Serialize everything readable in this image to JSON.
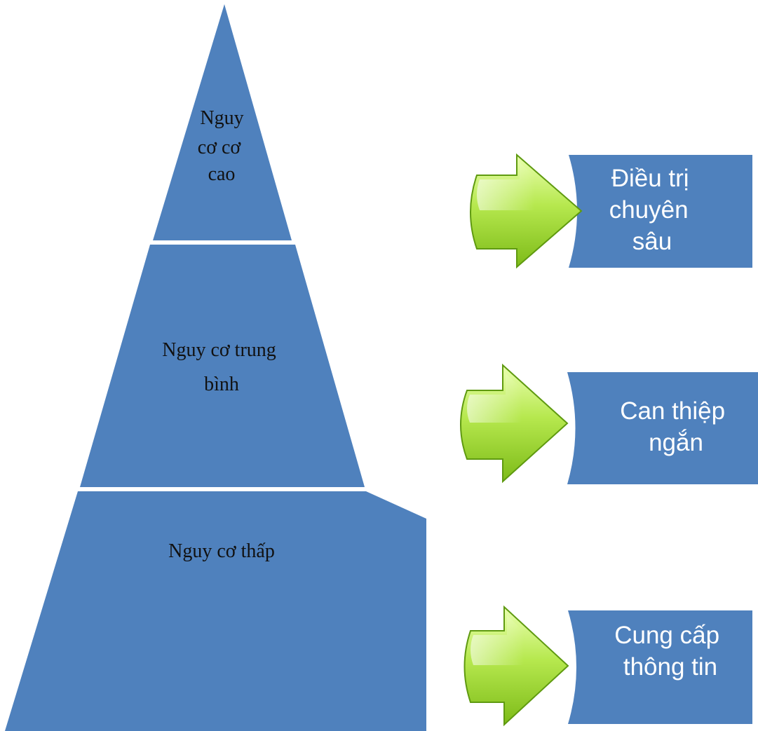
{
  "pyramid": {
    "tiers": [
      {
        "lines": [
          "Nguy",
          "cơ cơ",
          "cao"
        ]
      },
      {
        "lines": [
          "Nguy cơ trung",
          "bình"
        ]
      },
      {
        "lines": [
          "Nguy cơ thấp"
        ]
      }
    ]
  },
  "actions": [
    {
      "lines": [
        "Điều trị",
        "chuyên",
        "sâu"
      ]
    },
    {
      "lines": [
        "Can thiệp",
        "ngắn"
      ]
    },
    {
      "lines": [
        "Cung cấp",
        "thông tin"
      ]
    }
  ],
  "colors": {
    "tier_fill": "#4f81bd",
    "action_fill": "#4f81bd",
    "arrow_light": "#dcff8a",
    "arrow_mid": "#a6dc3c",
    "arrow_dark": "#6fae12",
    "arrow_stroke": "#5f9a10"
  },
  "icons": {
    "arrow": "right-arrow-icon"
  }
}
